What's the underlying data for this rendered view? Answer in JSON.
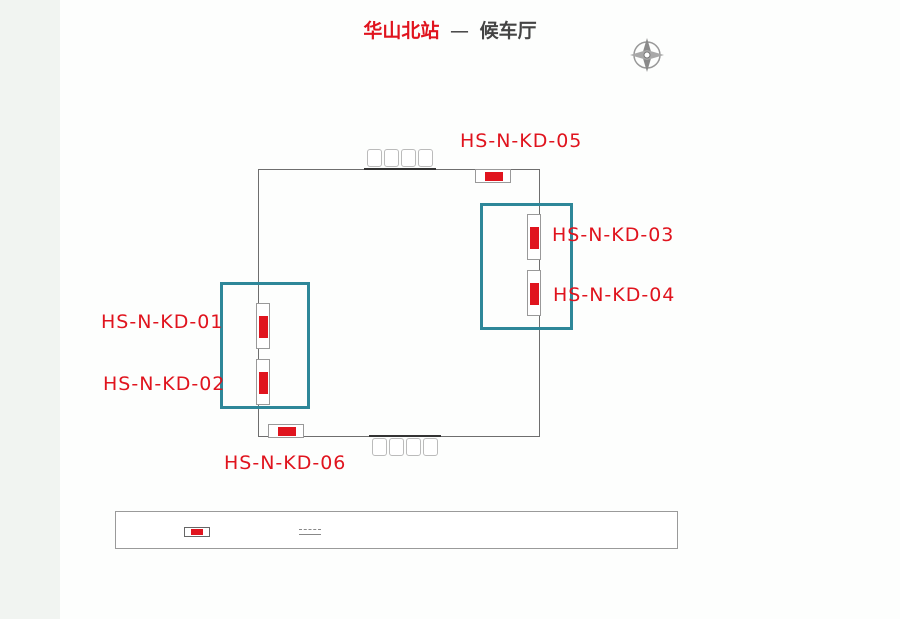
{
  "title": {
    "station": "华山北站",
    "separator": "—",
    "hall": "候车厅"
  },
  "colors": {
    "accent": "#e0141e",
    "group_frame": "#2e8799",
    "outline": "#6e6e6e"
  },
  "compass": {
    "icon": "compass-rose-icon",
    "north": "",
    "south": "",
    "west": "",
    "east": ""
  },
  "gates": {
    "top": {
      "caption": ""
    },
    "bottom": {
      "caption": ""
    }
  },
  "kiosks": [
    {
      "label": "HS-N-KD-01"
    },
    {
      "label": "HS-N-KD-02"
    },
    {
      "label": "HS-N-KD-03"
    },
    {
      "label": "HS-N-KD-04"
    },
    {
      "label": "HS-N-KD-05"
    },
    {
      "label": "HS-N-KD-06"
    }
  ],
  "legend": {
    "kiosk_label": "",
    "gate_label": ""
  }
}
